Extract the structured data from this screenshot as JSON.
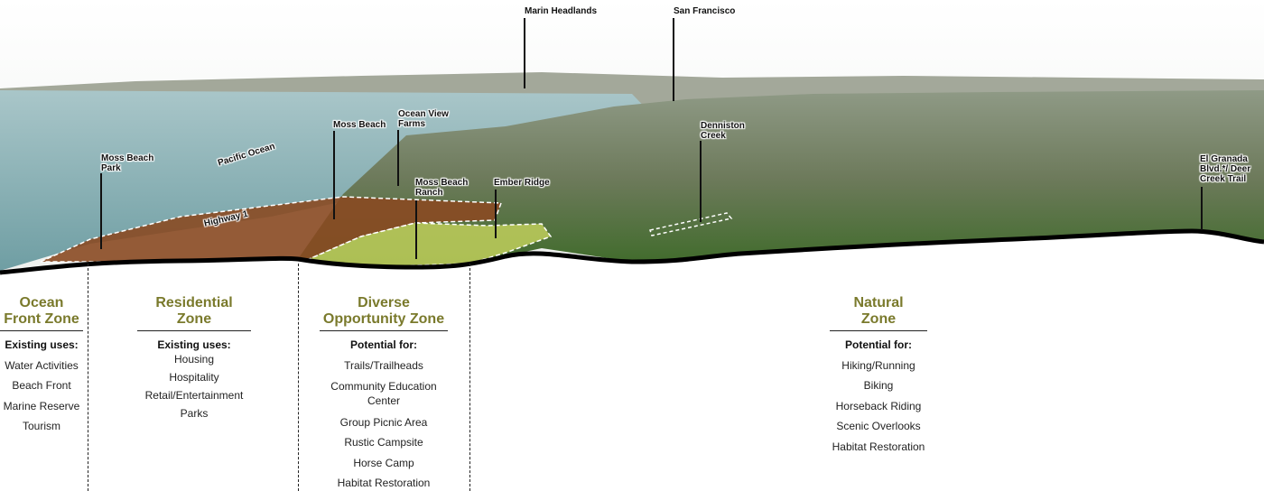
{
  "labels": {
    "marin_headlands": "Marin Headlands",
    "san_francisco": "San Francisco",
    "moss_beach": "Moss Beach",
    "ocean_view_farms": "Ocean View\nFarms",
    "denniston_creek": "Denniston\nCreek",
    "moss_beach_park": "Moss Beach\nPark",
    "pacific_ocean": "Pacific Ocean",
    "moss_beach_ranch": "Moss Beach\nRanch",
    "ember_ridge": "Ember Ridge",
    "highway_1": "Highway 1",
    "el_granada": "El Granada\nBlvd.*/ Deer\nCreek Trail"
  },
  "colors": {
    "zone_title": "#7a7a2c",
    "residential_fill": "#8a4a22",
    "opportunity_fill": "#b9c95a"
  },
  "zones": [
    {
      "title": "Ocean\nFront Zone",
      "subtitle": "Existing uses:",
      "items": [
        "Water Activities",
        "Beach Front",
        "Marine Reserve",
        "Tourism"
      ]
    },
    {
      "title": "Residential\nZone",
      "subtitle": "Existing uses:",
      "items": [
        "Housing",
        "Hospitality",
        "Retail/Entertainment",
        "Parks"
      ]
    },
    {
      "title": "Diverse\nOpportunity Zone",
      "subtitle": "Potential for:",
      "items": [
        "Trails/Trailheads",
        "Community Education\nCenter",
        "Group Picnic Area",
        "Rustic Campsite",
        "Horse Camp",
        "Habitat Restoration"
      ]
    },
    {
      "title": "Natural\nZone",
      "subtitle": "Potential for:",
      "items": [
        "Hiking/Running",
        "Biking",
        "Horseback Riding",
        "Scenic Overlooks",
        "Habitat Restoration"
      ]
    }
  ]
}
